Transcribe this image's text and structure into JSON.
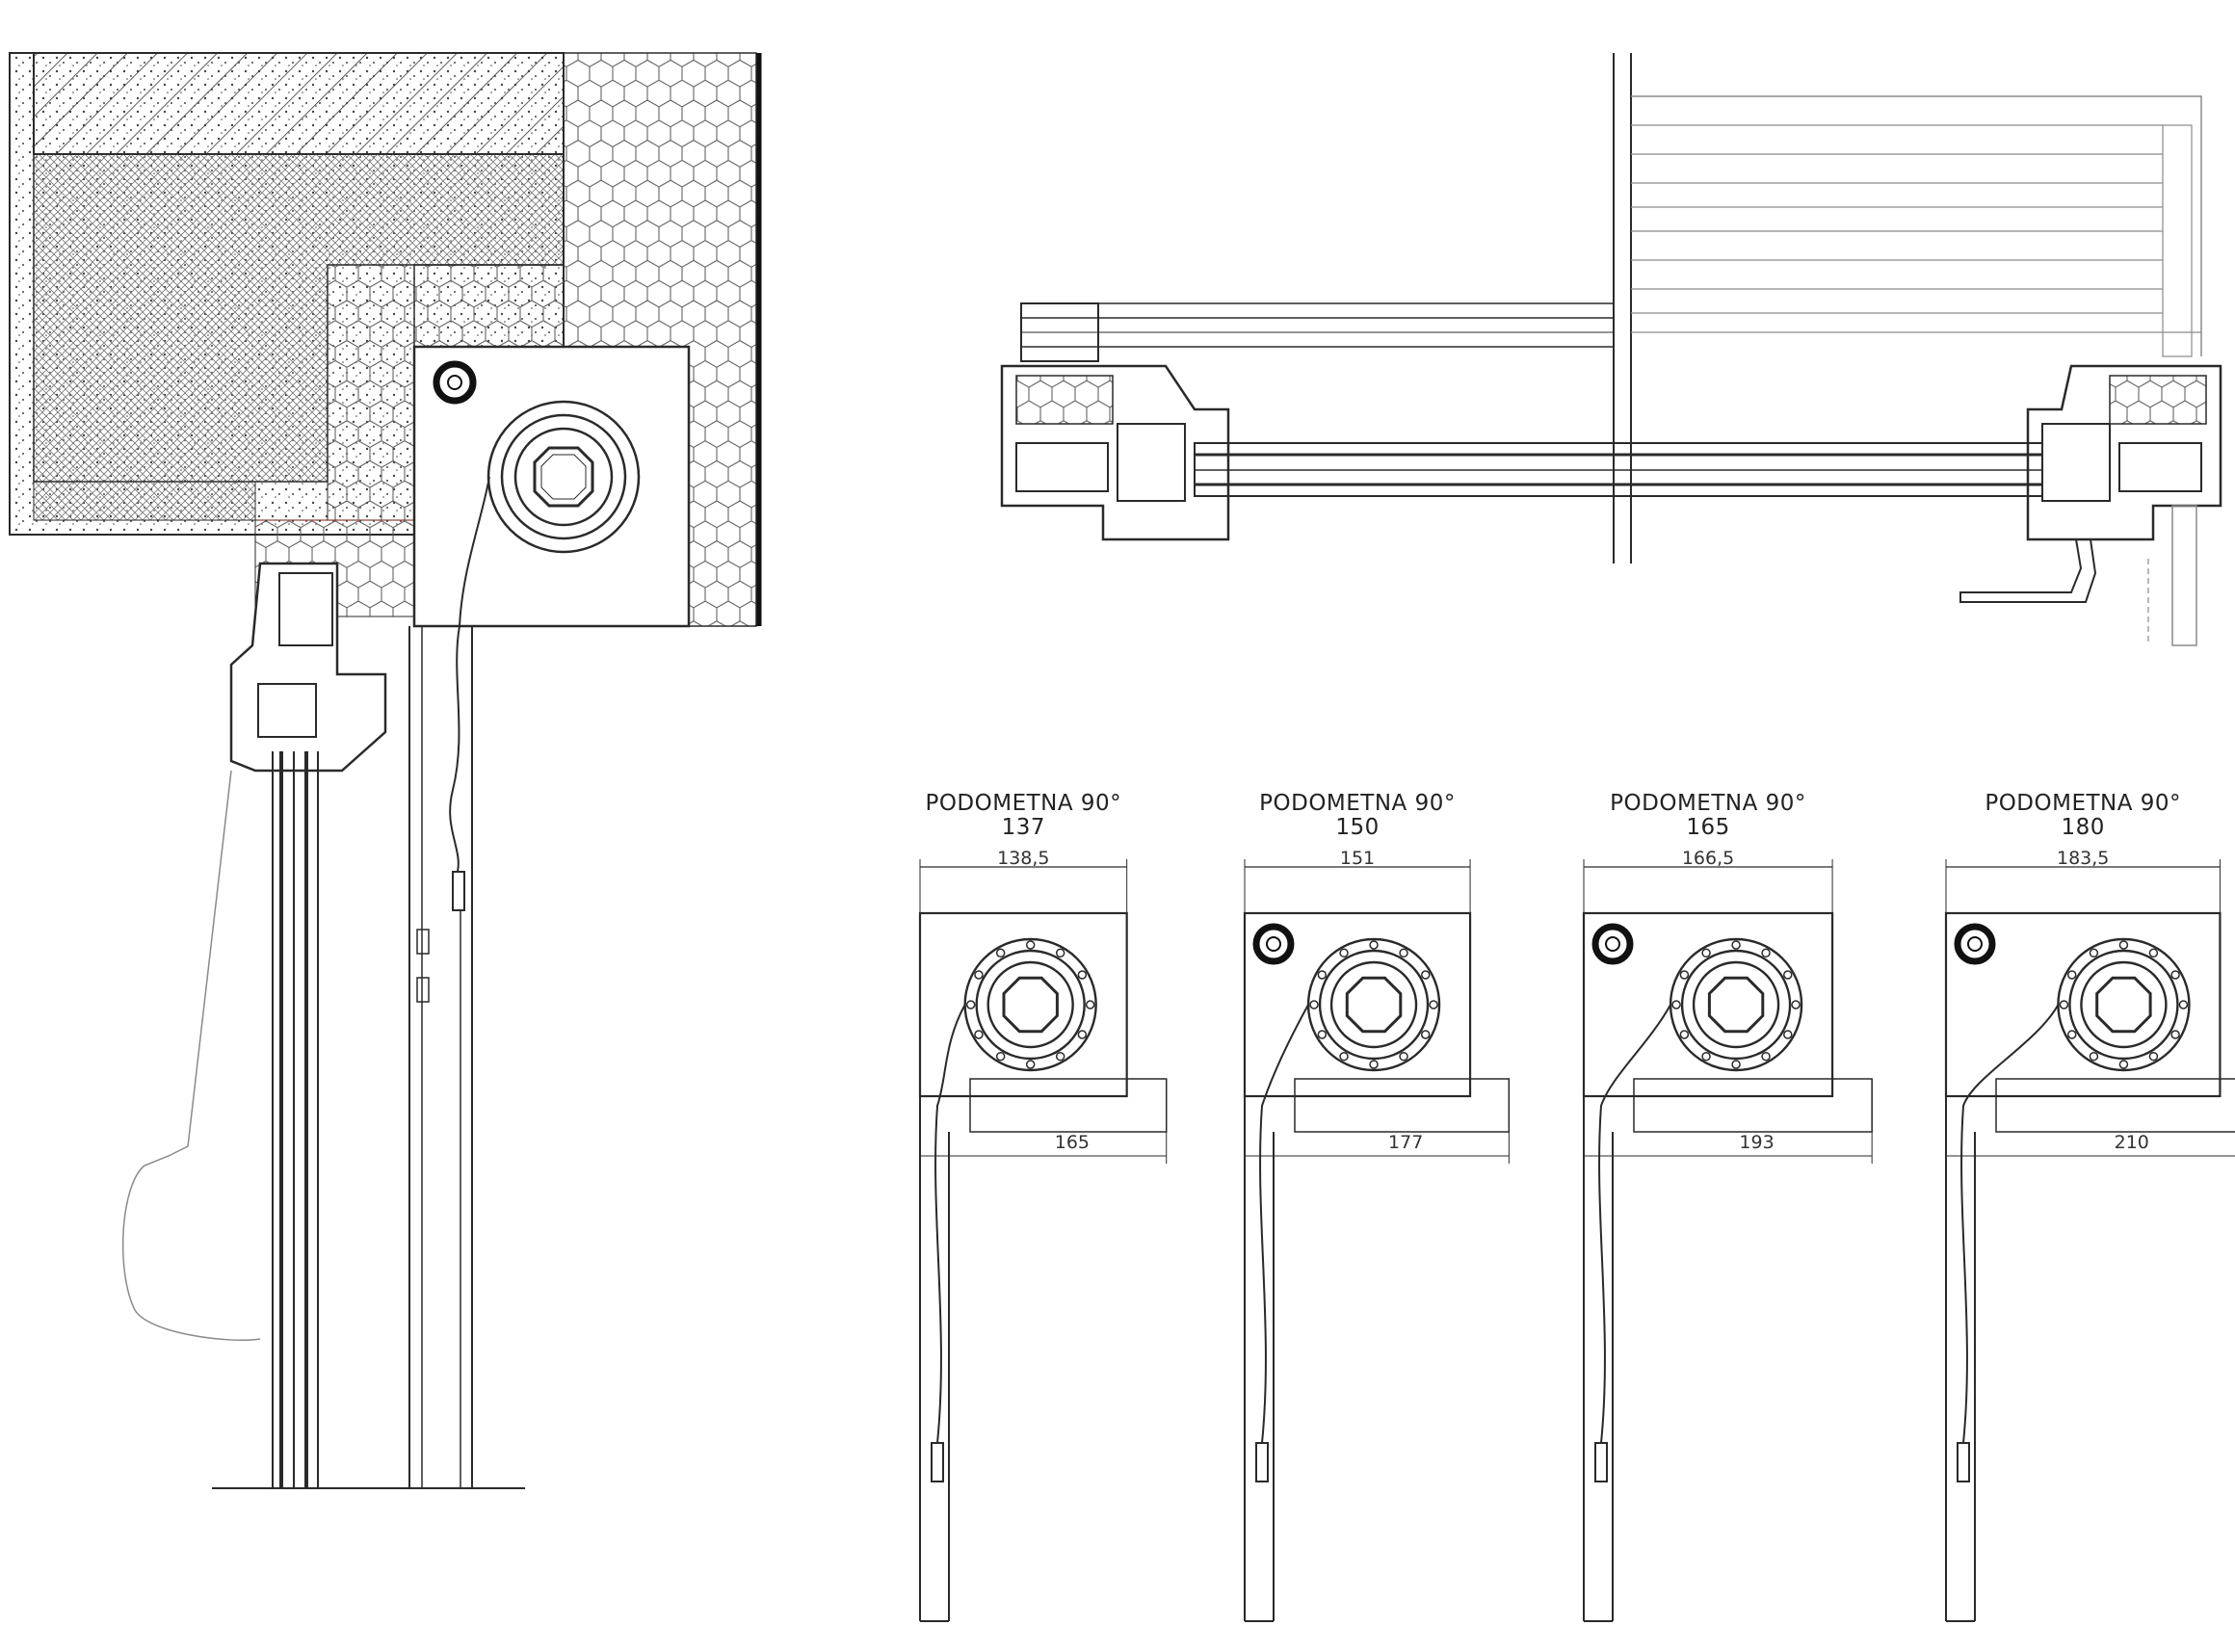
{
  "variants": [
    {
      "title": "PODOMETNA 90°",
      "size": "137",
      "box_width": "138,5",
      "reveal_width": "165",
      "box_w_mm": 138.5,
      "reveal_w_mm": 165
    },
    {
      "title": "PODOMETNA 90°",
      "size": "150",
      "box_width": "151",
      "reveal_width": "177",
      "box_w_mm": 151,
      "reveal_w_mm": 177
    },
    {
      "title": "PODOMETNA 90°",
      "size": "165",
      "box_width": "166,5",
      "reveal_width": "193",
      "box_w_mm": 166.5,
      "reveal_w_mm": 193
    },
    {
      "title": "PODOMETNA 90°",
      "size": "180",
      "box_width": "183,5",
      "reveal_width": "210",
      "box_w_mm": 183.5,
      "reveal_w_mm": 210
    }
  ],
  "colors": {
    "line": "#2a2a2a",
    "light_line": "#8a8a8a",
    "accent_red": "#c0392b"
  }
}
